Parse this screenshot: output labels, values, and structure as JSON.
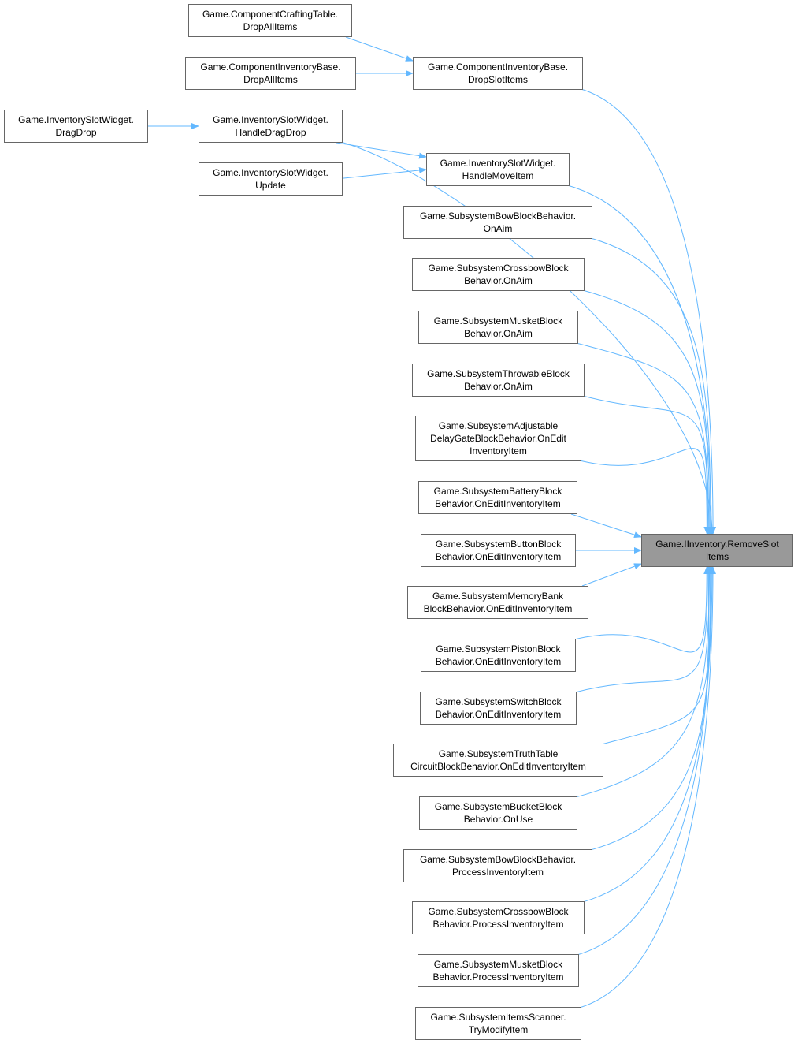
{
  "colors": {
    "edge": "#63b8ff",
    "target_fill": "#999999",
    "border": "#666666"
  },
  "target": {
    "id": "target",
    "lines": [
      "Game.IInventory.RemoveSlot",
      "Items"
    ]
  },
  "nodes": [
    {
      "id": "craft",
      "lines": [
        "Game.ComponentCraftingTable.",
        "DropAllItems"
      ]
    },
    {
      "id": "invdropall",
      "lines": [
        "Game.ComponentInventoryBase.",
        "DropAllItems"
      ]
    },
    {
      "id": "dropslot",
      "lines": [
        "Game.ComponentInventoryBase.",
        "DropSlotItems"
      ]
    },
    {
      "id": "dragdrop",
      "lines": [
        "Game.InventorySlotWidget.",
        "DragDrop"
      ]
    },
    {
      "id": "handledragdrop",
      "lines": [
        "Game.InventorySlotWidget.",
        "HandleDragDrop"
      ]
    },
    {
      "id": "update",
      "lines": [
        "Game.InventorySlotWidget.",
        "Update"
      ]
    },
    {
      "id": "handlemove",
      "lines": [
        "Game.InventorySlotWidget.",
        "HandleMoveItem"
      ]
    },
    {
      "id": "bowaim",
      "lines": [
        "Game.SubsystemBowBlockBehavior.",
        "OnAim"
      ]
    },
    {
      "id": "crossaim",
      "lines": [
        "Game.SubsystemCrossbowBlock",
        "Behavior.OnAim"
      ]
    },
    {
      "id": "musketaim",
      "lines": [
        "Game.SubsystemMusketBlock",
        "Behavior.OnAim"
      ]
    },
    {
      "id": "throwaim",
      "lines": [
        "Game.SubsystemThrowableBlock",
        "Behavior.OnAim"
      ]
    },
    {
      "id": "adjust",
      "lines": [
        "Game.SubsystemAdjustable",
        "DelayGateBlockBehavior.OnEdit",
        "InventoryItem"
      ]
    },
    {
      "id": "battery",
      "lines": [
        "Game.SubsystemBatteryBlock",
        "Behavior.OnEditInventoryItem"
      ]
    },
    {
      "id": "button",
      "lines": [
        "Game.SubsystemButtonBlock",
        "Behavior.OnEditInventoryItem"
      ]
    },
    {
      "id": "memory",
      "lines": [
        "Game.SubsystemMemoryBank",
        "BlockBehavior.OnEditInventoryItem"
      ]
    },
    {
      "id": "piston",
      "lines": [
        "Game.SubsystemPistonBlock",
        "Behavior.OnEditInventoryItem"
      ]
    },
    {
      "id": "switch",
      "lines": [
        "Game.SubsystemSwitchBlock",
        "Behavior.OnEditInventoryItem"
      ]
    },
    {
      "id": "truth",
      "lines": [
        "Game.SubsystemTruthTable",
        "CircuitBlockBehavior.OnEditInventoryItem"
      ]
    },
    {
      "id": "bucket",
      "lines": [
        "Game.SubsystemBucketBlock",
        "Behavior.OnUse"
      ]
    },
    {
      "id": "bowproc",
      "lines": [
        "Game.SubsystemBowBlockBehavior.",
        "ProcessInventoryItem"
      ]
    },
    {
      "id": "crossproc",
      "lines": [
        "Game.SubsystemCrossbowBlock",
        "Behavior.ProcessInventoryItem"
      ]
    },
    {
      "id": "musketproc",
      "lines": [
        "Game.SubsystemMusketBlock",
        "Behavior.ProcessInventoryItem"
      ]
    },
    {
      "id": "scanner",
      "lines": [
        "Game.SubsystemItemsScanner.",
        "TryModifyItem"
      ]
    }
  ],
  "edges": [
    [
      "craft",
      "dropslot"
    ],
    [
      "invdropall",
      "dropslot"
    ],
    [
      "dragdrop",
      "handledragdrop"
    ],
    [
      "handledragdrop",
      "handlemove"
    ],
    [
      "update",
      "handlemove"
    ],
    [
      "dropslot",
      "target"
    ],
    [
      "handledragdrop",
      "target"
    ],
    [
      "handlemove",
      "target"
    ],
    [
      "bowaim",
      "target"
    ],
    [
      "crossaim",
      "target"
    ],
    [
      "musketaim",
      "target"
    ],
    [
      "throwaim",
      "target"
    ],
    [
      "adjust",
      "target"
    ],
    [
      "battery",
      "target"
    ],
    [
      "button",
      "target"
    ],
    [
      "memory",
      "target"
    ],
    [
      "piston",
      "target"
    ],
    [
      "switch",
      "target"
    ],
    [
      "truth",
      "target"
    ],
    [
      "bucket",
      "target"
    ],
    [
      "bowproc",
      "target"
    ],
    [
      "crossproc",
      "target"
    ],
    [
      "musketproc",
      "target"
    ],
    [
      "scanner",
      "target"
    ]
  ]
}
